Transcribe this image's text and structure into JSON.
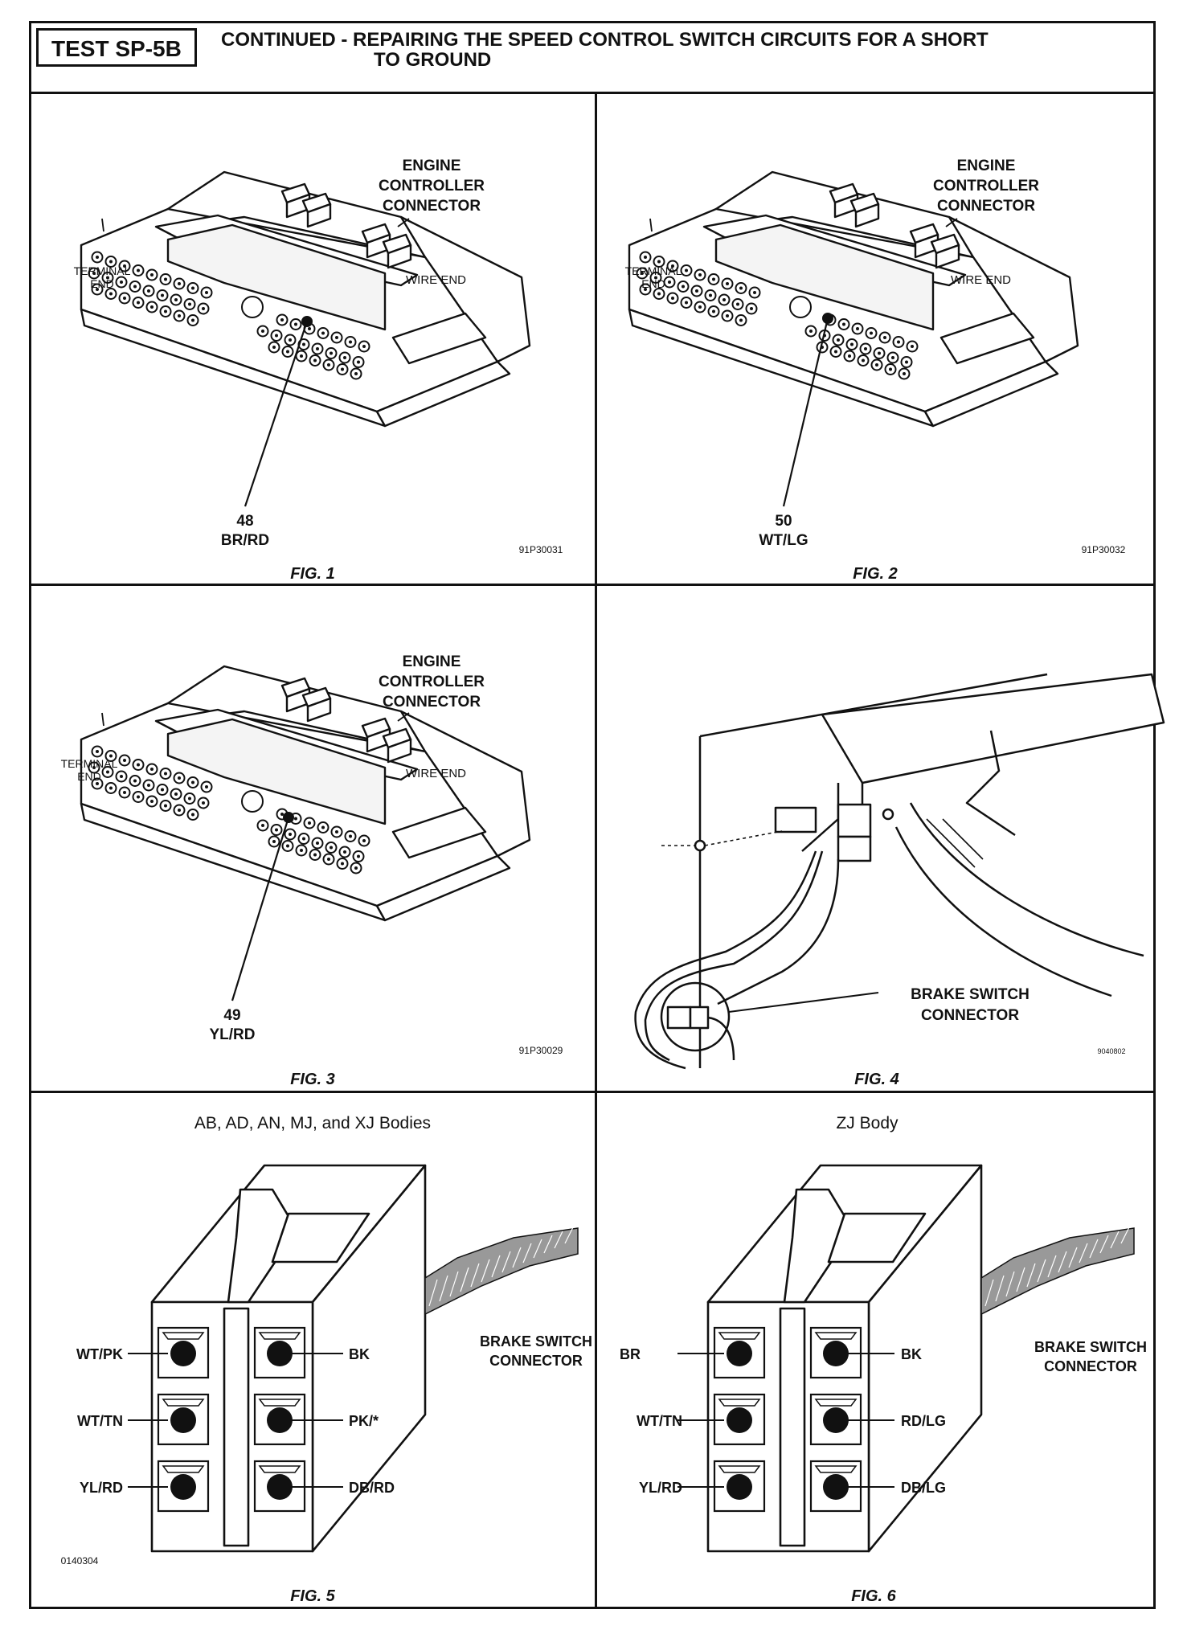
{
  "header": {
    "test_id": "TEST SP-5B",
    "title_line1": "CONTINUED - REPAIRING THE SPEED CONTROL SWITCH CIRCUITS FOR A SHORT",
    "title_line2": "TO GROUND"
  },
  "figures": [
    {
      "caption": "FIG. 1",
      "ref_code": "91P30031",
      "connector_title": [
        "ENGINE",
        "CONTROLLER",
        "CONNECTOR"
      ],
      "terminal_end_label": [
        "TERMINAL",
        "END"
      ],
      "wire_end_label": "WIRE END",
      "pin_number": "48",
      "wire_color": "BR/RD"
    },
    {
      "caption": "FIG. 2",
      "ref_code": "91P30032",
      "connector_title": [
        "ENGINE",
        "CONTROLLER",
        "CONNECTOR"
      ],
      "terminal_end_label": [
        "TERMINAL",
        "END"
      ],
      "wire_end_label": "WIRE END",
      "pin_number": "50",
      "wire_color": "WT/LG"
    },
    {
      "caption": "FIG. 3",
      "ref_code": "91P30029",
      "connector_title": [
        "ENGINE",
        "CONTROLLER",
        "CONNECTOR"
      ],
      "terminal_end_label": [
        "TERMINAL",
        "END"
      ],
      "wire_end_label": "WIRE END",
      "pin_number": "49",
      "wire_color": "YL/RD"
    },
    {
      "caption": "FIG. 4",
      "ref_code": "9040802",
      "callout": [
        "BRAKE SWITCH",
        "CONNECTOR"
      ]
    },
    {
      "caption": "FIG. 5",
      "ref_code": "0140304",
      "title": "AB, AD, AN, MJ, and XJ Bodies",
      "callout": [
        "BRAKE SWITCH",
        "CONNECTOR"
      ],
      "left_pins": [
        "WT/PK",
        "WT/TN",
        "YL/RD"
      ],
      "right_pins": [
        "BK",
        "PK/*",
        "DB/RD"
      ]
    },
    {
      "caption": "FIG. 6",
      "title": "ZJ Body",
      "callout": [
        "BRAKE SWITCH",
        "CONNECTOR"
      ],
      "left_pins": [
        "BR",
        "WT/TN",
        "YL/RD"
      ],
      "right_pins": [
        "BK",
        "RD/LG",
        "DB/LG"
      ]
    }
  ]
}
